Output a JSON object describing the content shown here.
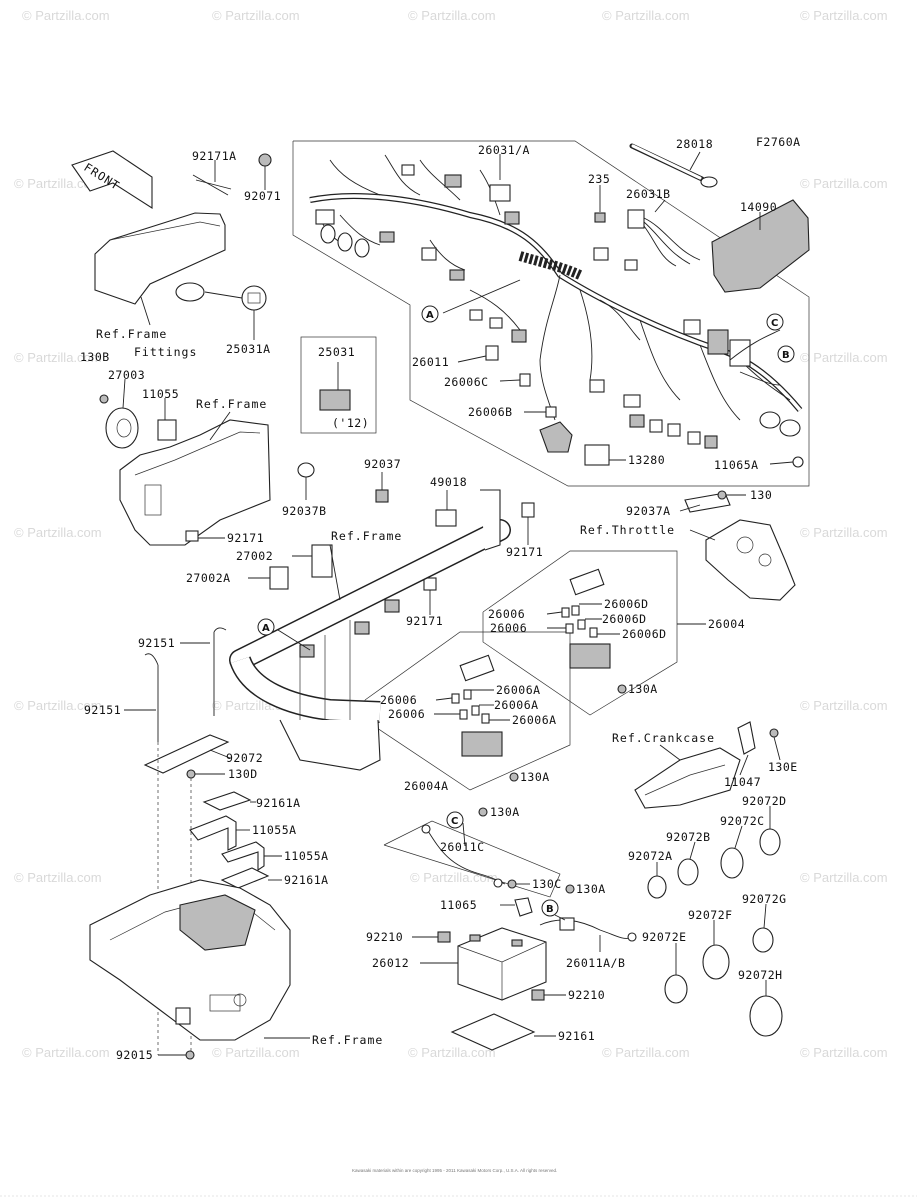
{
  "diagram_code": "F2760A",
  "watermark_text": "© Partzilla.com",
  "front_label": "FRONT",
  "legal_text": "Kawasaki materials within are copyright 1995 - 2011 Kawasaki Motors Corp., U.S.A. All rights reserved.",
  "year_note": "('12)",
  "circles": [
    "A",
    "B",
    "C"
  ],
  "refs": {
    "frame_fittings_1": "Ref.Frame",
    "frame_fittings_2": "Fittings",
    "frame_upper": "Ref.Frame",
    "frame_middle": "Ref.Frame",
    "frame_lower": "Ref.Frame",
    "throttle": "Ref.Throttle",
    "crankcase": "Ref.Crankcase"
  },
  "parts": {
    "p92171A": "92171A",
    "p92071": "92071",
    "p26031A": "26031/A",
    "p28018": "28018",
    "p235": "235",
    "p26031B": "26031B",
    "p14090": "14090",
    "p25031A": "25031A",
    "p25031": "25031",
    "p130B": "130B",
    "p27003": "27003",
    "p11055": "11055",
    "p26011": "26011",
    "p26006C": "26006C",
    "p26006B": "26006B",
    "p13280": "13280",
    "p11065A": "11065A",
    "p92037": "92037",
    "p49018": "49018",
    "p130_1": "130",
    "p92037A": "92037A",
    "p92037B": "92037B",
    "p92171_1": "92171",
    "p92171_2": "92171",
    "p27002": "27002",
    "p27002A": "27002A",
    "p92171_3": "92171",
    "p26006_1": "26006",
    "p26006D_1": "26006D",
    "p26006_2": "26006",
    "p26006D_2": "26006D",
    "p26006D_3": "26006D",
    "p26004": "26004",
    "p92151_1": "92151",
    "p92151_2": "92151",
    "p130A_1": "130A",
    "p26006_3": "26006",
    "p26006A_1": "26006A",
    "p26006_4": "26006",
    "p26006A_2": "26006A",
    "p26006A_3": "26006A",
    "p92072": "92072",
    "p130D": "130D",
    "p26004A": "26004A",
    "p130A_2": "130A",
    "p11047": "11047",
    "p130E": "130E",
    "p92161A_1": "92161A",
    "p11055A_1": "11055A",
    "p130A_3": "130A",
    "p92072D": "92072D",
    "p92072C": "92072C",
    "p92072B": "92072B",
    "p26011C": "26011C",
    "p11055A_2": "11055A",
    "p92072A": "92072A",
    "p92161A_2": "92161A",
    "p130C": "130C",
    "p130A_4": "130A",
    "p11065": "11065",
    "p92072G": "92072G",
    "p92072F": "92072F",
    "p92210_1": "92210",
    "p92072E": "92072E",
    "p26012": "26012",
    "p26011AB": "26011A/B",
    "p92210_2": "92210",
    "p92072H": "92072H",
    "p92015": "92015",
    "p92161": "92161"
  }
}
